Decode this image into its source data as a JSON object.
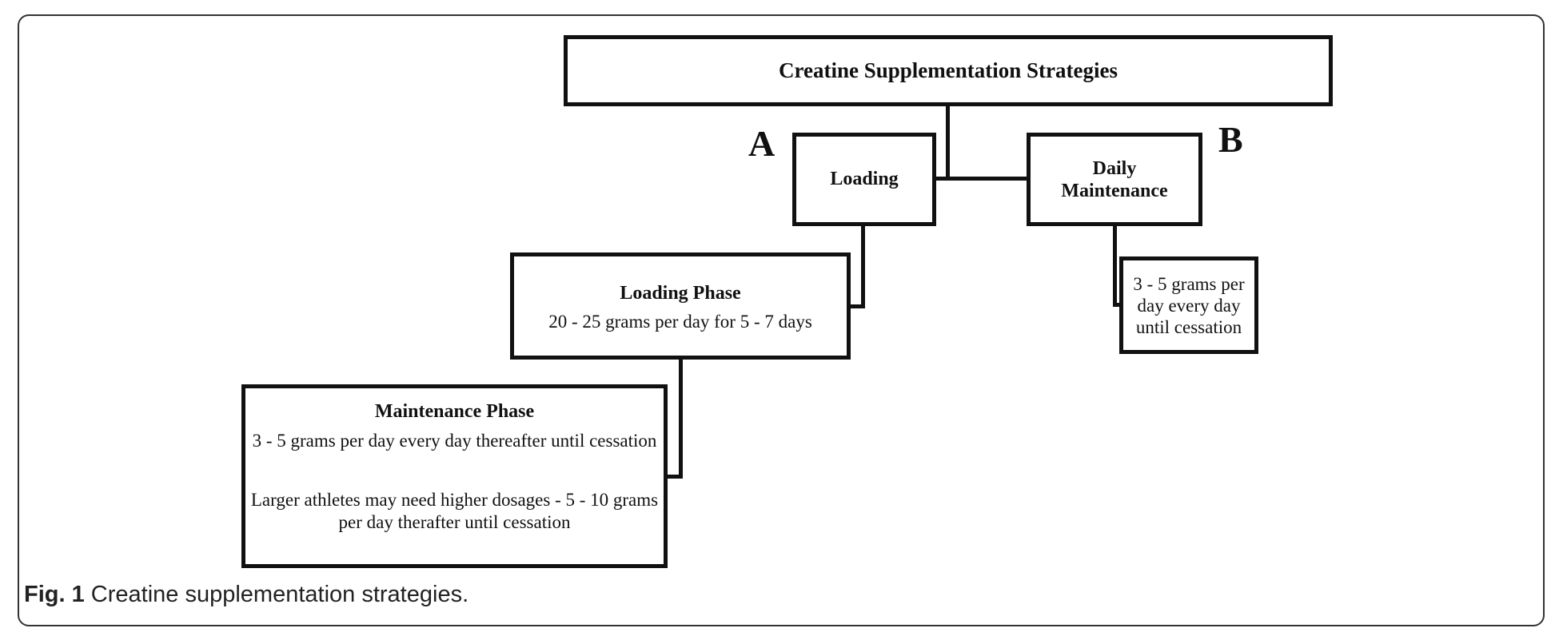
{
  "diagram": {
    "root": {
      "label": "Creatine Supplementation Strategies"
    },
    "branch_a": {
      "letter": "A",
      "label": "Loading",
      "loading_phase": {
        "title": "Loading Phase",
        "text": "20 - 25 grams per day for 5 - 7 days"
      },
      "maintenance_phase": {
        "title": "Maintenance Phase",
        "text1": "3 - 5 grams per day every day thereafter until cessation",
        "text2": "Larger athletes may need higher dosages - 5 - 10 grams per day therafter until cessation"
      }
    },
    "branch_b": {
      "letter": "B",
      "label": "Daily Maintenance",
      "detail": "3 - 5 grams per day every day until cessation"
    },
    "edges": [
      {
        "from": "Creatine Supplementation Strategies",
        "to": "Loading"
      },
      {
        "from": "Creatine Supplementation Strategies",
        "to": "Daily Maintenance"
      },
      {
        "from": "Loading",
        "to": "Loading Phase"
      },
      {
        "from": "Loading Phase",
        "to": "Maintenance Phase"
      },
      {
        "from": "Daily Maintenance",
        "to": "3 - 5 grams per day every day until cessation"
      }
    ]
  },
  "caption": {
    "label": "Fig. 1",
    "text": "Creatine supplementation strategies."
  }
}
